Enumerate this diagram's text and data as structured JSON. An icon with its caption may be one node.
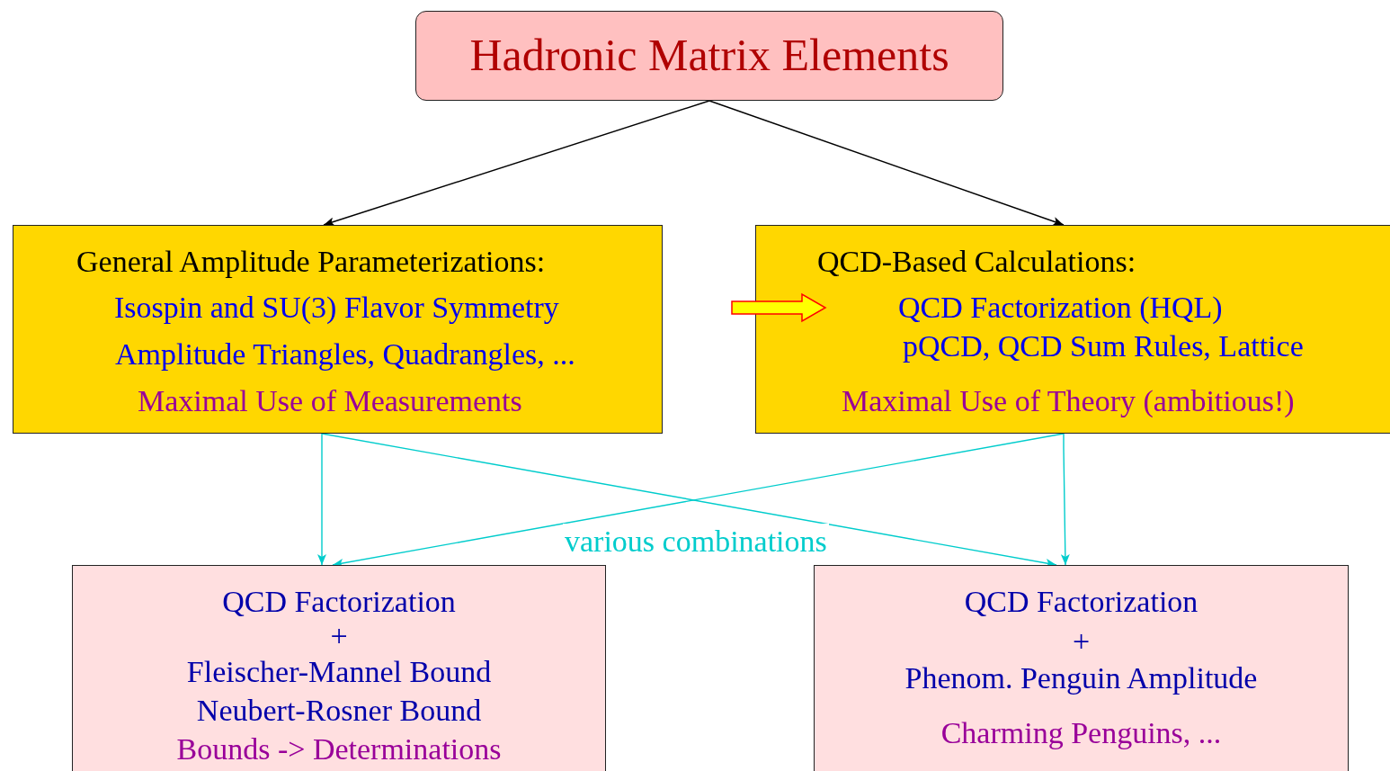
{
  "diagram": {
    "nodes": [
      {
        "text": [
          "Hadronic Matrix Elements"
        ]
      },
      {
        "text": [
          "General Amplitude Parameterizations:",
          "Isospin and SU(3) Flavor Symmetry",
          "Amplitude Triangles, Quadrangles, ...",
          "Maximal Use of Measurements"
        ]
      },
      {
        "text": [
          "QCD-Based Calculations:",
          "QCD Factorization (HQL)",
          "pQCD, QCD Sum Rules, Lattice",
          "Maximal Use of Theory (ambitious!)"
        ]
      },
      {
        "text": [
          "QCD Factorization",
          "+",
          "Fleischer-Mannel Bound",
          "Neubert-Rosner Bound",
          "Bounds -> Determinations"
        ]
      },
      {
        "text": [
          "QCD Factorization",
          "+",
          "Phenom. Penguin Amplitude",
          "Charming Penguins, ..."
        ]
      }
    ],
    "edges": [
      {
        "from": 0,
        "to": 1,
        "arrow": "to",
        "color": "#000000"
      },
      {
        "from": 0,
        "to": 2,
        "arrow": "to",
        "color": "#000000"
      },
      {
        "from": 1,
        "to": 2,
        "arrow": "to",
        "style": "thick",
        "color": "#ffff00"
      },
      {
        "from": 1,
        "to": 3,
        "arrow": "to"
      },
      {
        "from": 1,
        "to": 4,
        "arrow": "to"
      },
      {
        "from": 2,
        "to": 3,
        "arrow": "to"
      },
      {
        "from": 2,
        "to": 4,
        "arrow": "to"
      }
    ],
    "labels": [
      "various combinations"
    ]
  }
}
